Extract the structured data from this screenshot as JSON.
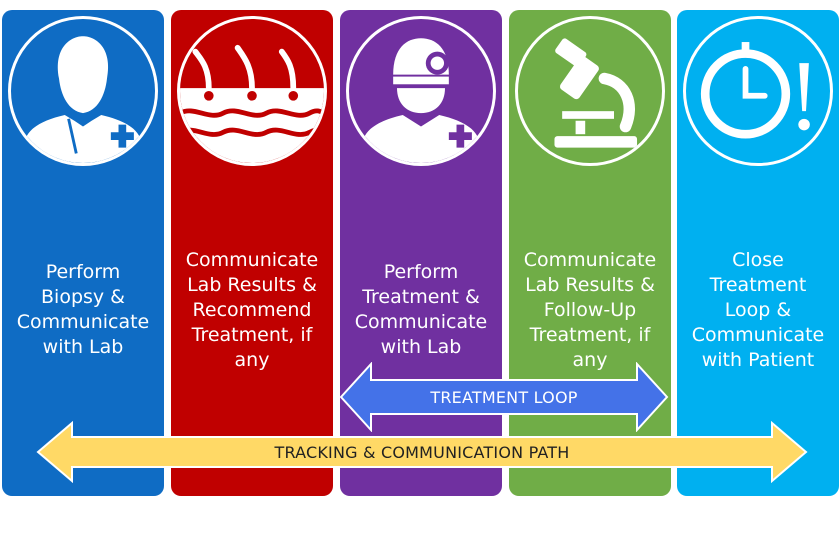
{
  "panels": [
    {
      "label": "Perform\nBiopsy &\nCommunicate\nwith Lab",
      "icon": "doctor-female-icon",
      "color": "#0f6cc4"
    },
    {
      "label": "Communicate\nLab Results &\nRecommend\nTreatment, if\nany",
      "icon": "skin-layers-icon",
      "color": "#c00000"
    },
    {
      "label": "Perform\nTreatment &\nCommunicate\nwith Lab",
      "icon": "surgeon-icon",
      "color": "#7030a0"
    },
    {
      "label": "Communicate\nLab Results &\nFollow-Up\nTreatment, if\nany",
      "icon": "microscope-icon",
      "color": "#70ad47"
    },
    {
      "label": "Close\nTreatment\nLoop &\nCommunicate\nwith Patient",
      "icon": "clock-alert-icon",
      "color": "#00b0f0"
    }
  ],
  "arrows": {
    "treatment_loop": {
      "label": "TREATMENT LOOP",
      "color": "#4472e8"
    },
    "tracking_path": {
      "label": "TRACKING & COMMUNICATION PATH",
      "color": "#ffd966"
    }
  }
}
